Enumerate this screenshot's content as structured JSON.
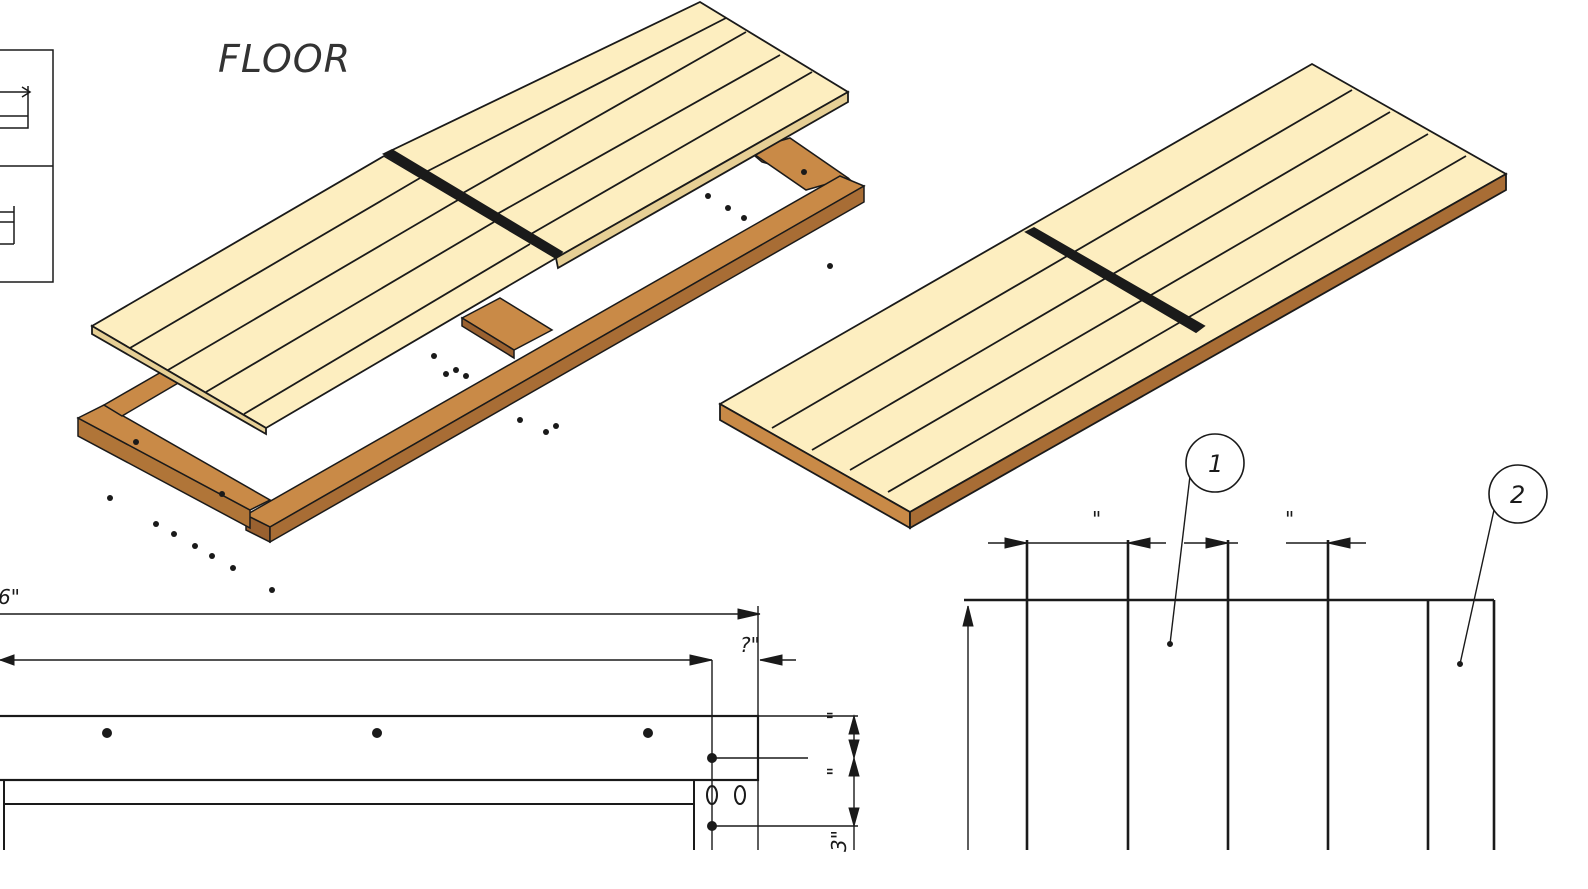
{
  "drawing": {
    "title": "FLOOR",
    "colors": {
      "plank": "#fdeec0",
      "plank_edge": "#e6cf95",
      "frame": "#c98a47",
      "frame_dark": "#9a6130",
      "line": "#1a1a1a"
    },
    "balloons": [
      {
        "label": "1"
      },
      {
        "label": "2"
      }
    ],
    "dimensions": {
      "overall_length_fragment": "6\"",
      "inner_gap_fragment": "?\"",
      "board_width_mark": "\"",
      "gap_width_mark": "\"",
      "rail_mark_1": "\"",
      "rail_mark_2": "\"",
      "rail_mark_3": "3\""
    }
  }
}
